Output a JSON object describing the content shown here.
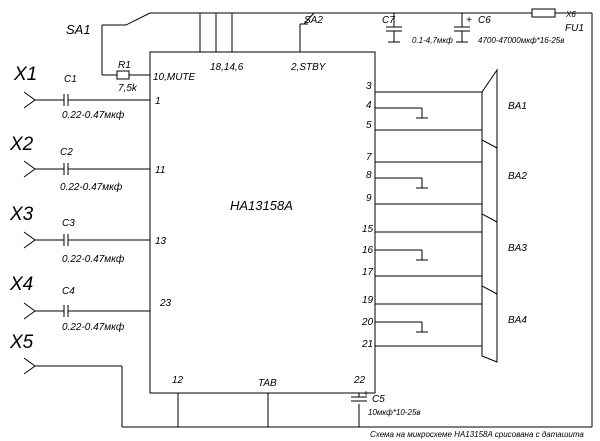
{
  "ic": {
    "name": "HA13158A",
    "pins": {
      "p1": "1",
      "p11": "11",
      "p13": "13",
      "p23": "23",
      "p12": "12",
      "tab": "TAB",
      "p22": "22",
      "mute": "10,MUTE",
      "pwr": "18,14,6",
      "stby": "2,STBY",
      "p3": "3",
      "p4": "4",
      "p5": "5",
      "p7": "7",
      "p8": "8",
      "p9": "9",
      "p15": "15",
      "p16": "16",
      "p17": "17",
      "p19": "19",
      "p20": "20",
      "p21": "21"
    }
  },
  "inputs": [
    {
      "label": "X1",
      "cap": "C1",
      "value": "0.22-0.47мкф"
    },
    {
      "label": "X2",
      "cap": "C2",
      "value": "0.22-0.47мкф"
    },
    {
      "label": "X3",
      "cap": "C3",
      "value": "0.22-0.47мкф"
    },
    {
      "label": "X4",
      "cap": "C4",
      "value": "0.22-0.47мкф"
    },
    {
      "label": "X5"
    }
  ],
  "switches": {
    "sa1": "SA1",
    "sa2": "SA2"
  },
  "r1": {
    "name": "R1",
    "value": "7,5k"
  },
  "c7": {
    "name": "C7",
    "value": "0.1-4,7мкф"
  },
  "c6": {
    "plus": "+",
    "name": "C6",
    "value": "4700-47000мкф*16-25в"
  },
  "c5": {
    "plus": "+",
    "name": "C5",
    "value": "10мкф*10-25в"
  },
  "fuse": {
    "name": "FU1",
    "x6": "X6"
  },
  "speakers": [
    "BA1",
    "BA2",
    "BA3",
    "BA4"
  ],
  "footer_note": "Схема на микросхеме HA13158A срисована с даташита"
}
